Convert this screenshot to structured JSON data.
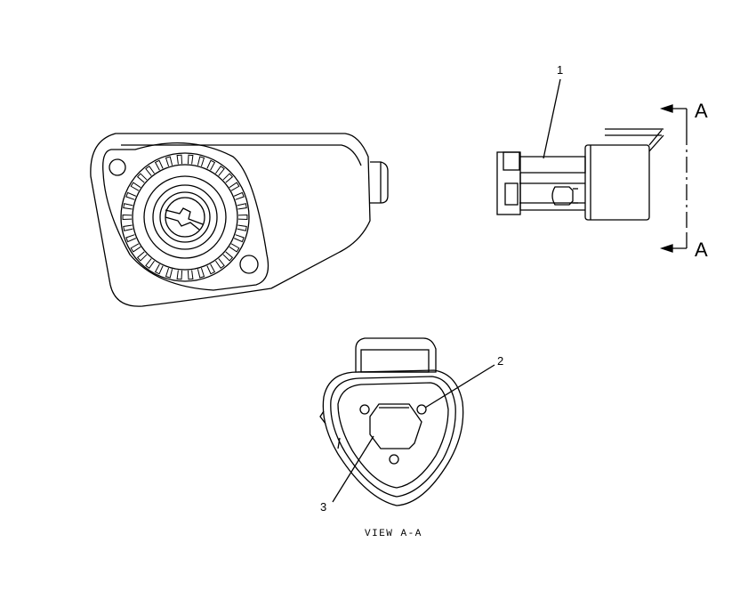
{
  "callouts": {
    "c1": "1",
    "c2": "2",
    "c3": "3"
  },
  "section": {
    "top_letter": "A",
    "bottom_letter": "A"
  },
  "view_label": "VIEW A-A"
}
